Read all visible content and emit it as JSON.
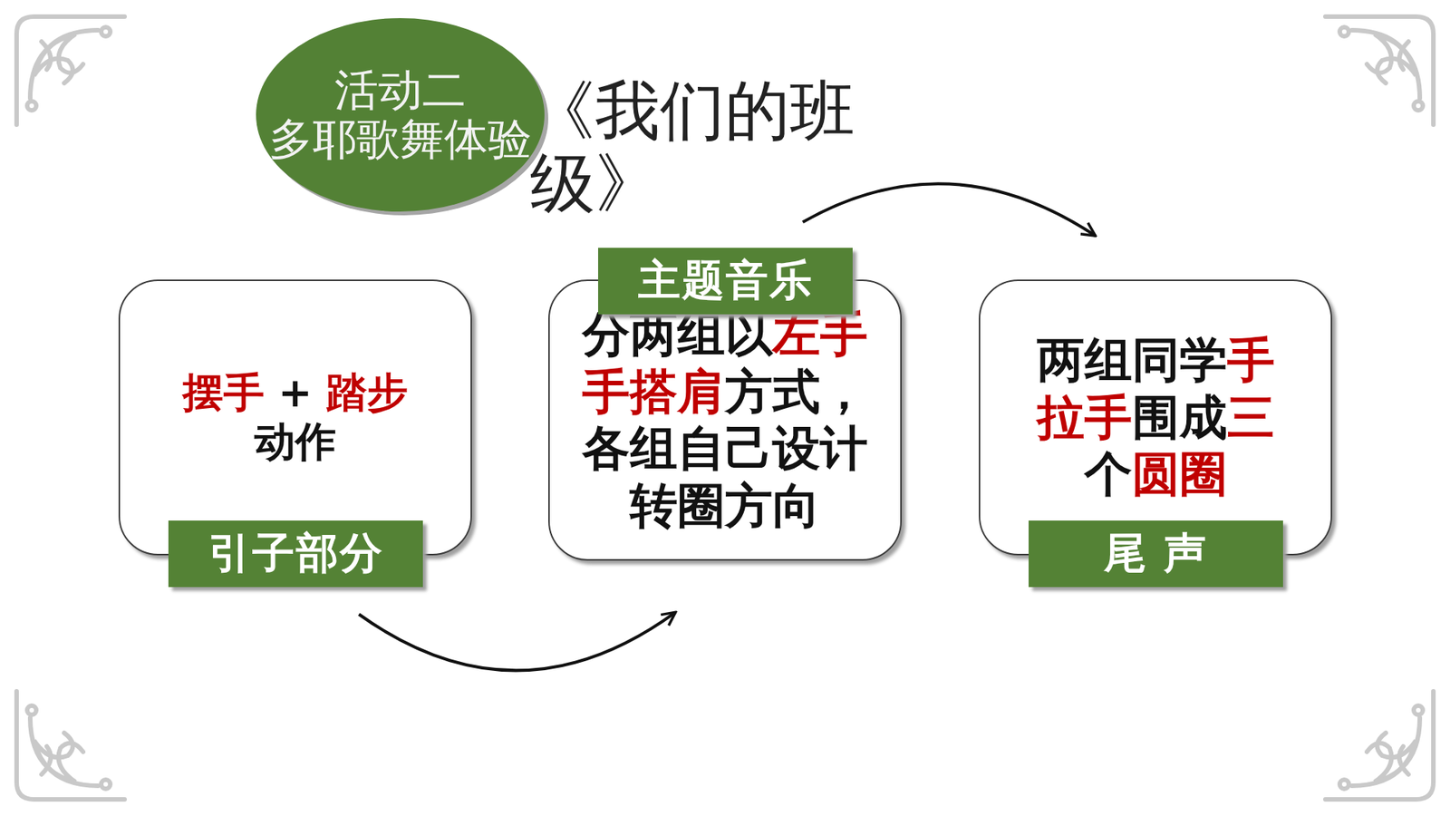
{
  "diagram": {
    "title": "《我们的班级》",
    "nodes": [
      {
        "text": [
          "活动二",
          "多耶歌舞体验"
        ]
      },
      {
        "text": [
          "摆手 + 踏步动作",
          "引子部分"
        ]
      },
      {
        "text": [
          "主题音乐",
          "分两组以左手手搭肩方式，各组自己设计转圈方向"
        ]
      },
      {
        "text": [
          "两组同学手拉手围成三个圆圈",
          "尾 声"
        ]
      }
    ],
    "edges": [
      {
        "from": 1,
        "to": 2,
        "arrow": "to"
      },
      {
        "from": 2,
        "to": 3,
        "arrow": "to"
      }
    ]
  }
}
